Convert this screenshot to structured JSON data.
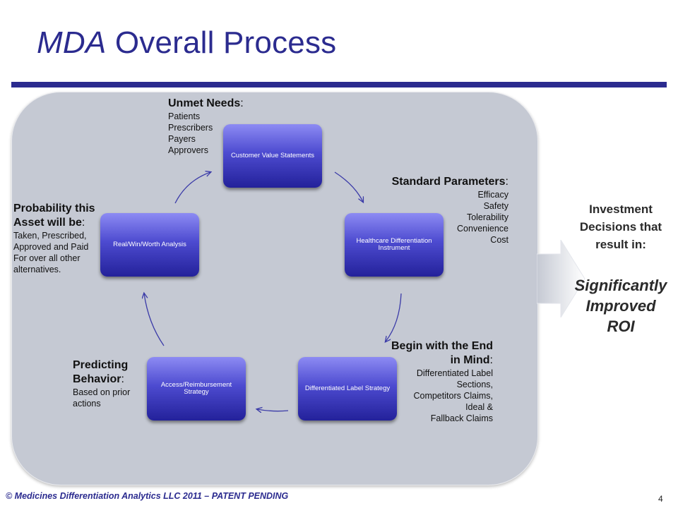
{
  "slide": {
    "title_prefix": "MDA",
    "title_rest": " Overall Process",
    "footer": "© Medicines Differentiation Analytics LLC 2011 – PATENT PENDING",
    "page_number": "4"
  },
  "cycle": {
    "customer": "Customer Value Statements",
    "healthcare": "Healthcare Differentiation Instrument",
    "label": "Differentiated Label Strategy",
    "access": "Access/Reimbursement Strategy",
    "realwin": "Real/Win/Worth Analysis"
  },
  "labels": {
    "unmet": {
      "head": "Unmet Needs",
      "colon": ":",
      "items": [
        "Patients",
        "Prescribers",
        "Payers",
        "Approvers"
      ]
    },
    "standard": {
      "head": "Standard Parameters",
      "colon": ":",
      "items": [
        "Efficacy",
        "Safety",
        "Tolerability",
        "Convenience",
        "Cost"
      ]
    },
    "begin": {
      "head1": "Begin with the End",
      "head2": "in Mind",
      "colon": ":",
      "items": [
        "Differentiated Label",
        "Sections,",
        "Competitors Claims,",
        "Ideal &",
        "Fallback Claims"
      ]
    },
    "predicting": {
      "head1": "Predicting",
      "head2": "Behavior",
      "colon": ":",
      "items": [
        "Based on prior",
        "actions"
      ]
    },
    "probability": {
      "head1": "Probability this",
      "head2": "Asset will be",
      "colon": ":",
      "items": [
        "Taken, Prescribed,",
        "Approved and Paid",
        "For over all other",
        "alternatives."
      ]
    }
  },
  "outcome": {
    "investment": [
      "Investment",
      "Decisions that",
      "result in:"
    ],
    "roi": [
      "Significantly",
      "Improved",
      "ROI"
    ]
  },
  "colors": {
    "accent": "#2b2b8f",
    "panel": "#c5c9d3",
    "box_top": "#8d8bf3",
    "box_bottom": "#23219a"
  }
}
